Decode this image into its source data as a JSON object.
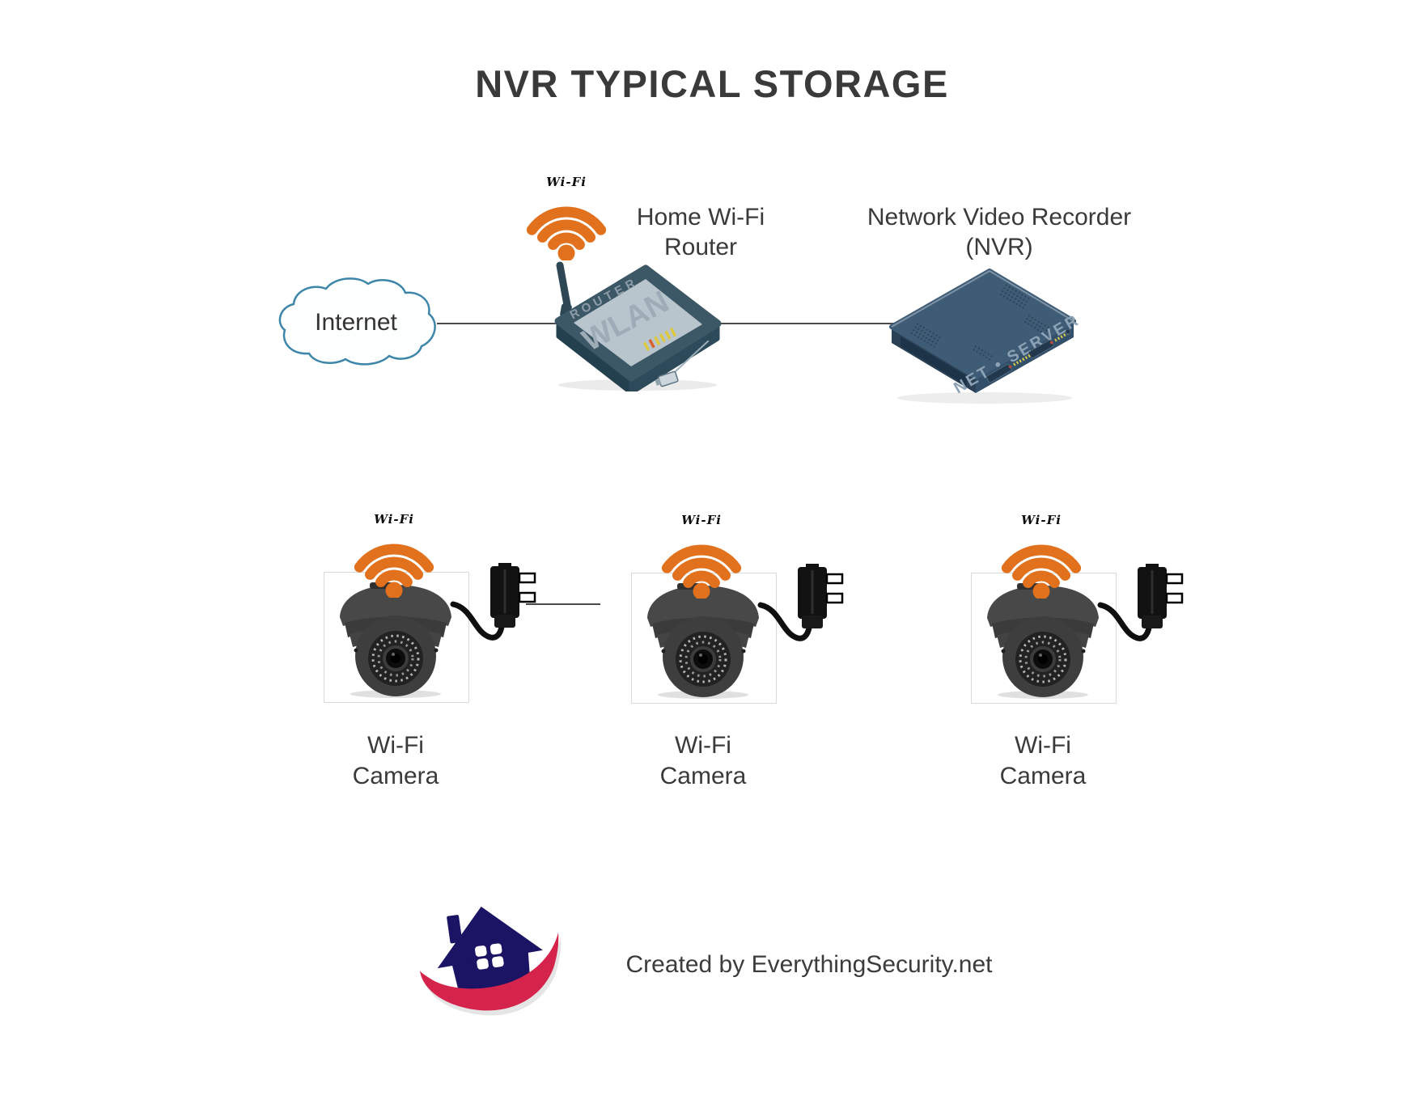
{
  "title": "NVR TYPICAL STORAGE",
  "nodes": {
    "internet": {
      "label": "Internet"
    },
    "router": {
      "wifi_badge": "Wi-Fi",
      "label_line1": "Home Wi-Fi",
      "label_line2": "Router",
      "device_text_small": "ROUTER",
      "device_text_large": "WLAN"
    },
    "nvr": {
      "label_line1": "Network Video Recorder",
      "label_line2": "(NVR)",
      "device_text": "NET • SERVER"
    },
    "cameras": [
      {
        "wifi_badge": "Wi-Fi",
        "label_line1": "Wi-Fi",
        "label_line2": "Camera"
      },
      {
        "wifi_badge": "Wi-Fi",
        "label_line1": "Wi-Fi",
        "label_line2": "Camera"
      },
      {
        "wifi_badge": "Wi-Fi",
        "label_line1": "Wi-Fi",
        "label_line2": "Camera"
      }
    ]
  },
  "footer": {
    "credit": "Created by EverythingSecurity.net"
  },
  "colors": {
    "wifi_orange": "#E2711D",
    "device_blue": "#3C5866",
    "nvr_blue": "#3F5C77",
    "cloud_stroke": "#3E86A9",
    "text_dark": "#3A3A3A",
    "logo_navy": "#1B1464",
    "logo_red": "#D5244C",
    "led_yellow": "#DCC83E",
    "led_orange": "#D96127"
  }
}
